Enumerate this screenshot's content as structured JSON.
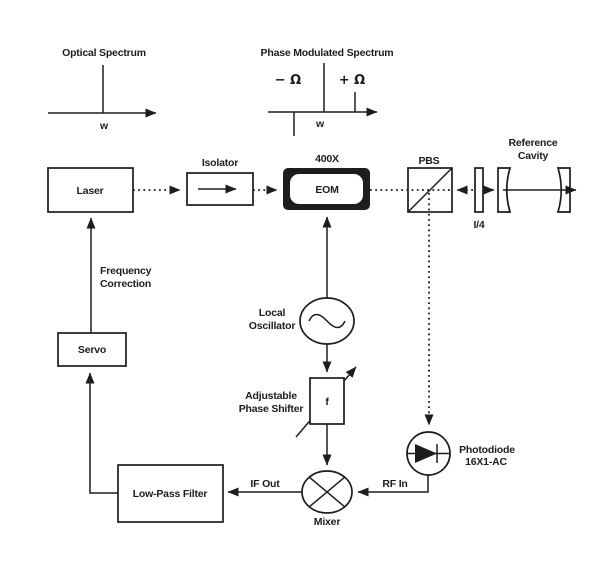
{
  "colors": {
    "ink": "#1d1d1b",
    "background": "#ffffff"
  },
  "spectra": {
    "optical": {
      "title": "Optical Spectrum",
      "axis_label": "w"
    },
    "phase_modulated": {
      "title": "Phase Modulated Spectrum",
      "axis_label": "w",
      "lower_sideband_label": "− Ω",
      "upper_sideband_label": "+ Ω"
    }
  },
  "components": {
    "laser": {
      "label": "Laser"
    },
    "isolator": {
      "label": "Isolator"
    },
    "eom": {
      "label": "EOM",
      "drive_gain": "400X"
    },
    "pbs": {
      "label": "PBS"
    },
    "quarter_wave_plate": {
      "label": "I/4"
    },
    "reference_cavity": {
      "label_line1": "Reference",
      "label_line2": "Cavity"
    },
    "servo": {
      "label": "Servo"
    },
    "low_pass_filter": {
      "label": "Low-Pass Filter"
    },
    "local_oscillator": {
      "label_line1": "Local",
      "label_line2": "Oscillator"
    },
    "phase_shifter": {
      "label_line1": "Adjustable",
      "label_line2": "Phase Shifter",
      "symbol": "f"
    },
    "mixer": {
      "label": "Mixer"
    },
    "photodiode": {
      "label_line1": "Photodiode",
      "label_line2": "16X1-AC"
    }
  },
  "signals": {
    "frequency_correction_line1": "Frequency",
    "frequency_correction_line2": "Correction",
    "if_out": "IF Out",
    "rf_in": "RF In"
  }
}
